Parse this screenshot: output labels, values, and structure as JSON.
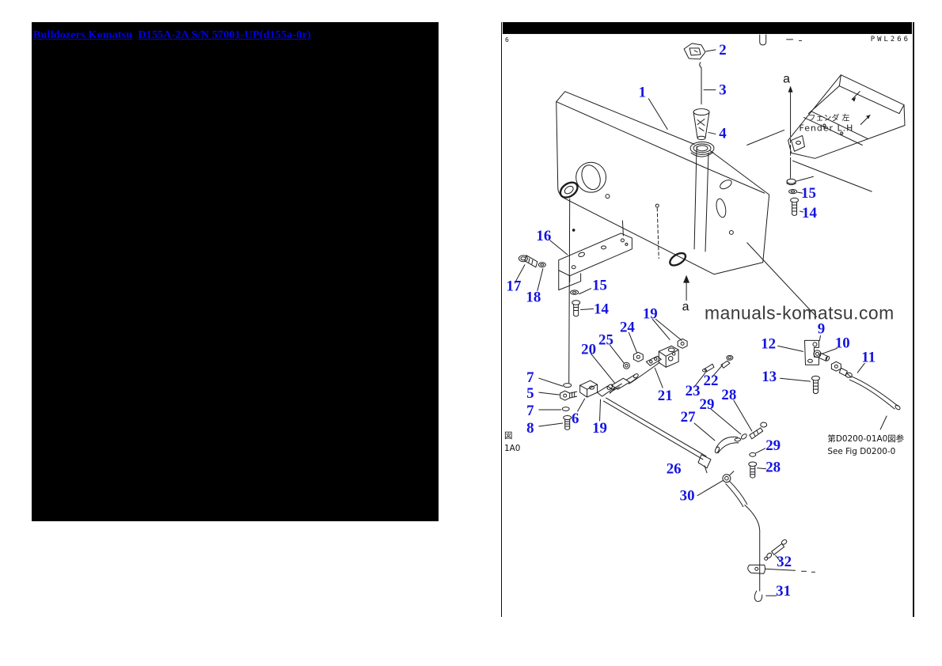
{
  "colors": {
    "link_blue": "#0000ee",
    "callout_blue": "#1414e0",
    "panel_black": "#000000",
    "watermark_gray": "#3a3a3a"
  },
  "breadcrumb": {
    "brand_link": "Bulldozers Komatsu",
    "model_link": "D155A-2A S/N 57001-UP(d155a-0r)"
  },
  "diagram": {
    "header": {
      "left_char": "6",
      "code": "PWL266"
    },
    "watermark": "manuals-komatsu.com",
    "fender_label_jp": "フェンダ 左",
    "fender_label_en": "Fender L.H",
    "section_a_top": "a",
    "section_a_mid": "a",
    "ref_right_line1": "第D0200-01A0図参",
    "ref_right_line2": "See Fig D0200-0",
    "ref_left_line1": "図",
    "ref_left_line2": "1A0",
    "callouts": {
      "c1": "1",
      "c2": "2",
      "c3": "3",
      "c4": "4",
      "c5": "5",
      "c6": "6",
      "c7a": "7",
      "c7b": "7",
      "c8": "8",
      "c9": "9",
      "c10": "10",
      "c11": "11",
      "c12": "12",
      "c13": "13",
      "c14l": "14",
      "c14r": "14",
      "c15l": "15",
      "c15r": "15",
      "c16": "16",
      "c17": "17",
      "c18": "18",
      "c19a": "19",
      "c19b": "19",
      "c20": "20",
      "c21": "21",
      "c22": "22",
      "c23": "23",
      "c24": "24",
      "c25": "25",
      "c26": "26",
      "c27": "27",
      "c28a": "28",
      "c28b": "28",
      "c29a": "29",
      "c29b": "29",
      "c30": "30",
      "c31": "31",
      "c32": "32"
    }
  }
}
